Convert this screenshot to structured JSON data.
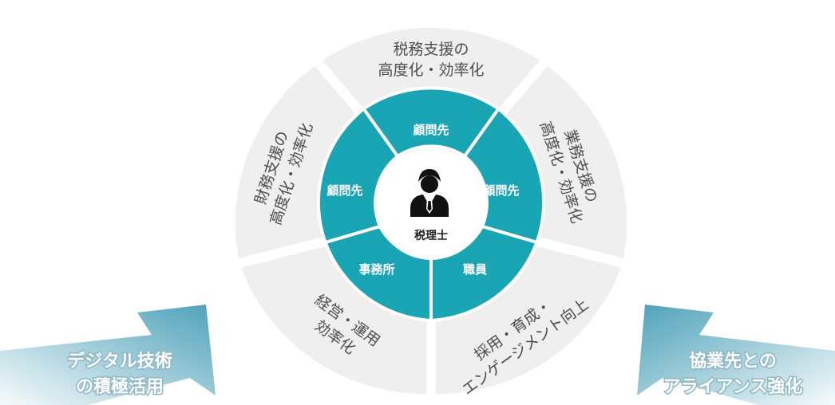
{
  "outer_sectors": [
    {
      "id": "top",
      "lines": [
        "税務支援の",
        "高度化・効率化"
      ]
    },
    {
      "id": "upper-left",
      "lines": [
        "財務支援の",
        "高度化・効率化"
      ]
    },
    {
      "id": "upper-right",
      "lines": [
        "業務支援の",
        "高度化・効率化"
      ]
    },
    {
      "id": "lower-left",
      "lines": [
        "経営・運用",
        "効率化"
      ]
    },
    {
      "id": "lower-right",
      "lines": [
        "採用・育成・",
        "エンゲージメント向上"
      ]
    }
  ],
  "inner_sectors": {
    "top": "顧問先",
    "left": "顧問先",
    "right": "顧問先",
    "bottom_left": "事務所",
    "bottom_right": "職員"
  },
  "center": {
    "label": "税理士",
    "icon": "person-icon"
  },
  "arrows": {
    "left": {
      "lines": [
        "デジタル技術",
        "の積極活用"
      ]
    },
    "right": {
      "lines": [
        "協業先との",
        "アライアンス強化"
      ]
    }
  },
  "colors": {
    "outer_fill": "#efefef",
    "inner_fill": "#1aa5b5",
    "center_fill": "#ffffff",
    "arrow_fill": "#5fa9bf"
  }
}
